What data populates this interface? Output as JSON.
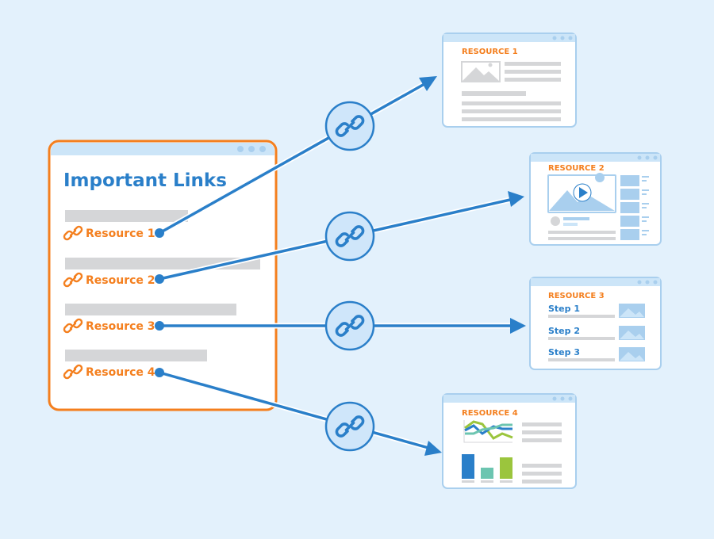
{
  "main_window": {
    "title": "Important Links",
    "links": [
      {
        "label": "Resource 1",
        "icon": "link-icon"
      },
      {
        "label": "Resource 2",
        "icon": "link-icon"
      },
      {
        "label": "Resource 3",
        "icon": "link-icon"
      },
      {
        "label": "Resource 4",
        "icon": "link-icon"
      }
    ]
  },
  "resources": [
    {
      "title": "RESOURCE 1"
    },
    {
      "title": "RESOURCE 2"
    },
    {
      "title": "RESOURCE 3",
      "steps": [
        "Step 1",
        "Step 2",
        "Step 3"
      ]
    },
    {
      "title": "RESOURCE 4"
    }
  ],
  "colors": {
    "background": "#e3f1fc",
    "accent_blue": "#2a7fc9",
    "accent_orange": "#f47f1e",
    "light_blue": "#cce5f8",
    "placeholder_gray": "#d5d6d8",
    "chart_green": "#9bc53d",
    "chart_teal": "#6cc5b0"
  }
}
